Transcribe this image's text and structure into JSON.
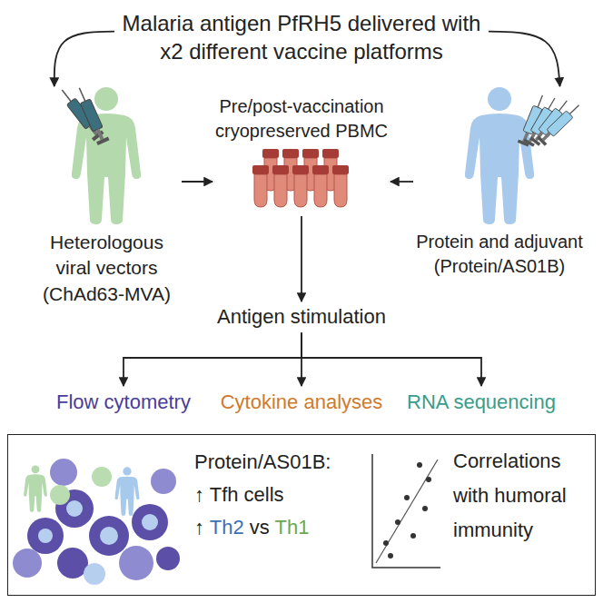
{
  "diagram": {
    "nodes": [
      {
        "text": [
          "Malaria antigen PfRH5 delivered with x2 different vaccine platforms"
        ]
      },
      {
        "text": [
          "Heterologous viral vectors (ChAd63-MVA)"
        ]
      },
      {
        "text": [
          "Pre/post-vaccination cryopreserved PBMC"
        ]
      },
      {
        "text": [
          "Protein and adjuvant (Protein/AS01B)"
        ]
      },
      {
        "text": [
          "Antigen stimulation"
        ]
      },
      {
        "text": [
          "Flow cytometry"
        ]
      },
      {
        "text": [
          "Cytokine analyses"
        ]
      },
      {
        "text": [
          "RNA sequencing"
        ]
      },
      {
        "text": [
          "Protein/AS01B:",
          "↑ Tfh cells",
          "↑ Th2 vs Th1",
          "Correlations with humoral immunity"
        ]
      }
    ],
    "edges": [
      {
        "from": 0,
        "to": 1,
        "arrow": "to"
      },
      {
        "from": 0,
        "to": 3,
        "arrow": "to"
      },
      {
        "from": 1,
        "to": 2,
        "arrow": "to"
      },
      {
        "from": 3,
        "to": 2,
        "arrow": "to"
      },
      {
        "from": 2,
        "to": 4,
        "arrow": "to"
      },
      {
        "from": 4,
        "to": 5,
        "arrow": "to"
      },
      {
        "from": 4,
        "to": 6,
        "arrow": "to"
      },
      {
        "from": 4,
        "to": 7,
        "arrow": "to"
      }
    ]
  }
}
